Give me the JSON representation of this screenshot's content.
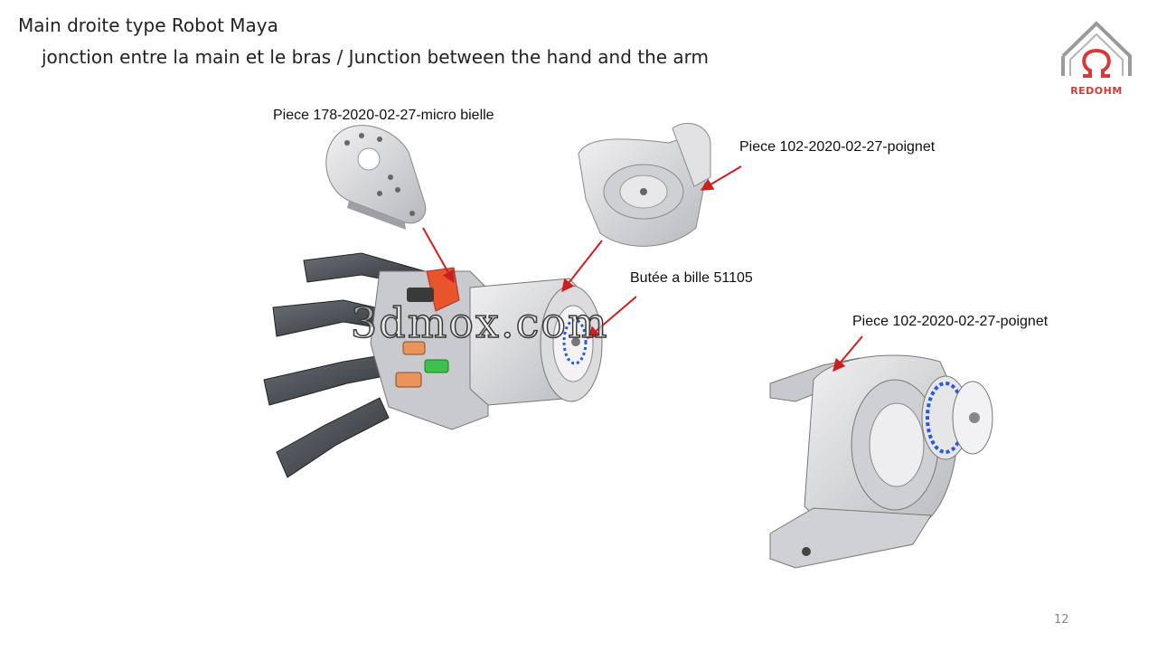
{
  "slide": {
    "title": "Main droite type Robot Maya",
    "subtitle": "jonction entre la main et le bras / Junction between the hand and the arm",
    "page_number": "12"
  },
  "logo": {
    "text": "REDOHM",
    "icon": "omega-house-icon",
    "color": "#d43a3a"
  },
  "labels": {
    "micro_bielle": "Piece 178-2020-02-27-micro bielle",
    "poignet_top": "Piece 102-2020-02-27-poignet",
    "butee": "Butée a bille 51105",
    "poignet_right": "Piece 102-2020-02-27-poignet"
  },
  "watermark": "3dmox.com",
  "colors": {
    "arrow": "#cc1f1f",
    "part_light": "#d9d9dc",
    "part_dark": "#3e4246",
    "bearing_blue": "#2a5bd7"
  }
}
